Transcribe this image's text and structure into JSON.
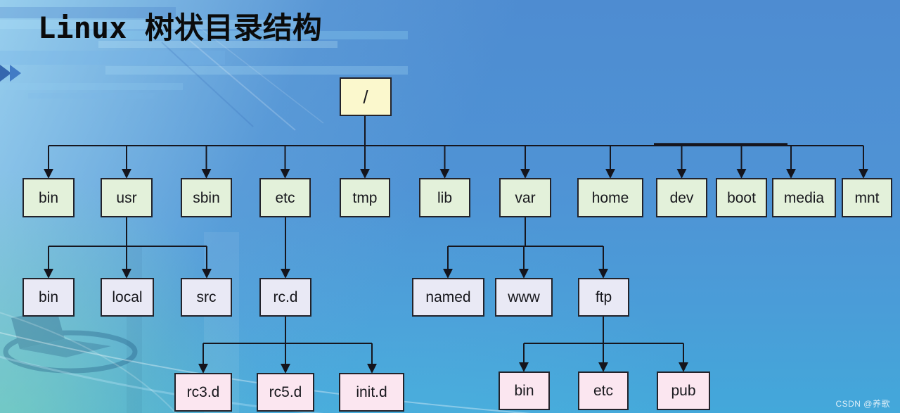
{
  "title": "Linux 树状目录结构",
  "watermark": "CSDN @养歌",
  "diagram": {
    "type": "tree",
    "description": "Linux filesystem tree directory structure",
    "hierarchy": {
      "/": [
        "bin",
        "usr",
        "sbin",
        "etc",
        "tmp",
        "lib",
        "var",
        "home",
        "dev",
        "boot",
        "media",
        "mnt"
      ],
      "usr": [
        "bin",
        "local",
        "src"
      ],
      "etc": [
        "rc.d"
      ],
      "var": [
        "named",
        "www",
        "ftp"
      ],
      "rc.d": [
        "rc3.d",
        "rc5.d",
        "init.d"
      ],
      "ftp": [
        "bin",
        "etc",
        "pub"
      ]
    }
  },
  "nodes": {
    "root": {
      "label": "/"
    },
    "bin1": {
      "label": "bin"
    },
    "usr": {
      "label": "usr"
    },
    "sbin": {
      "label": "sbin"
    },
    "etc1": {
      "label": "etc"
    },
    "tmp": {
      "label": "tmp"
    },
    "lib": {
      "label": "lib"
    },
    "var": {
      "label": "var"
    },
    "home": {
      "label": "home"
    },
    "dev": {
      "label": "dev"
    },
    "boot": {
      "label": "boot"
    },
    "media": {
      "label": "media"
    },
    "mnt": {
      "label": "mnt"
    },
    "usr_bin": {
      "label": "bin"
    },
    "usr_local": {
      "label": "local"
    },
    "usr_src": {
      "label": "src"
    },
    "etc_rcd": {
      "label": "rc.d"
    },
    "var_named": {
      "label": "named"
    },
    "var_www": {
      "label": "www"
    },
    "var_ftp": {
      "label": "ftp"
    },
    "rcd_rc3d": {
      "label": "rc3.d"
    },
    "rcd_rc5d": {
      "label": "rc5.d"
    },
    "rcd_initd": {
      "label": "init.d"
    },
    "ftp_bin": {
      "label": "bin"
    },
    "ftp_etc": {
      "label": "etc"
    },
    "ftp_pub": {
      "label": "pub"
    }
  },
  "colors": {
    "root_fill": "#fbf8cd",
    "level1_fill": "#e3f1da",
    "level2_fill": "#e9e9f5",
    "level3_fill": "#fbe6f0",
    "node_border": "#23232b",
    "connector": "#16161e",
    "title_color": "#0b0b0b",
    "background_top": "#4e8cd1",
    "background_bottom": "#43a8da",
    "background_corner_tint": "#78d7a5"
  }
}
